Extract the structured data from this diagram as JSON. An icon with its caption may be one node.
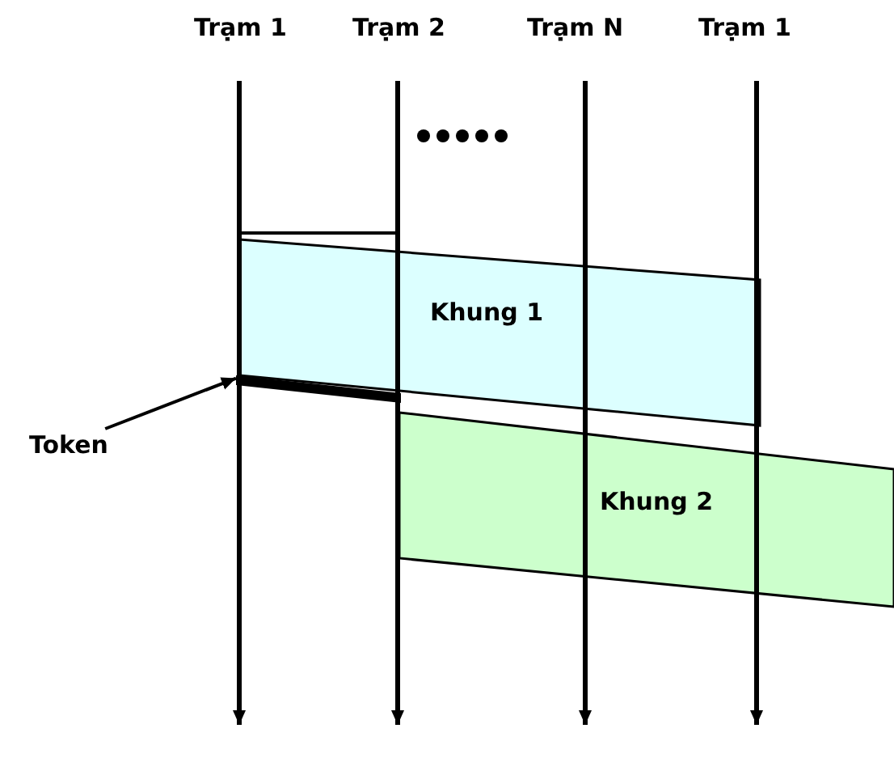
{
  "diagram": {
    "nodes": [
      {
        "text": [
          "Khung 1"
        ]
      },
      {
        "text": [
          "Khung 2"
        ]
      },
      {
        "text": [
          "Token"
        ]
      },
      {
        "text": [],
        "shape": "bar"
      }
    ],
    "edges": [
      {
        "from": 2,
        "to": 3,
        "arrow": "to"
      }
    ],
    "labels": [
      "Trạm 1",
      "Trạm 2",
      "Trạm N",
      "Trạm 1"
    ]
  }
}
